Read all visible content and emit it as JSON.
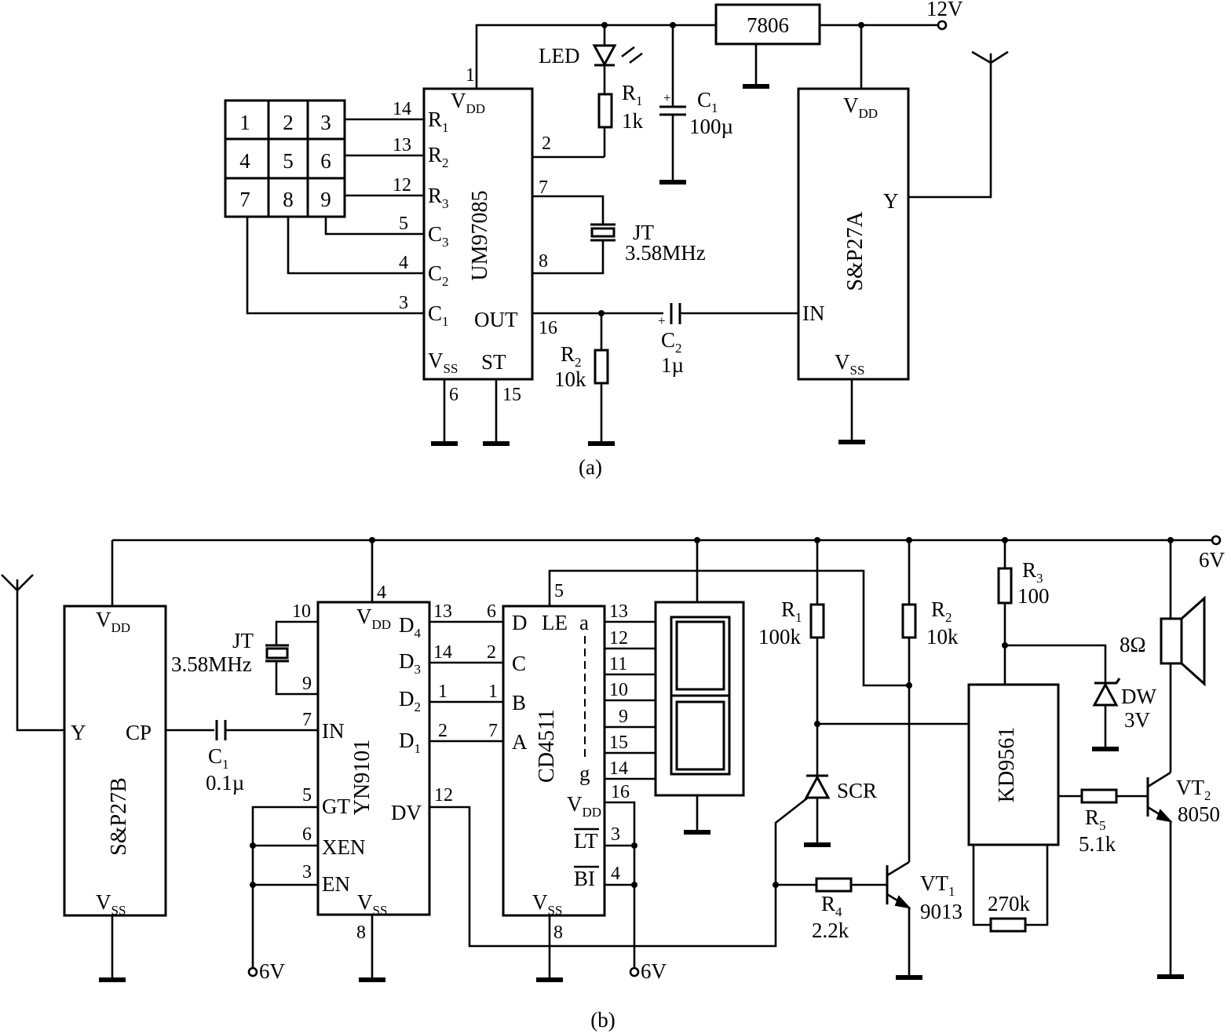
{
  "diagram_a": {
    "caption": "(a)",
    "keypad": {
      "keys": [
        "1",
        "2",
        "3",
        "4",
        "5",
        "6",
        "7",
        "8",
        "9"
      ]
    },
    "regulator": {
      "label": "7806"
    },
    "supply": {
      "label": "12V"
    },
    "led": {
      "label": "LED"
    },
    "r1": {
      "name": "R",
      "sub": "1",
      "value": "1k"
    },
    "c1": {
      "name": "C",
      "sub": "1",
      "value": "100µ"
    },
    "r2": {
      "name": "R",
      "sub": "2",
      "value": "10k"
    },
    "c2": {
      "name": "C",
      "sub": "2",
      "value": "1µ"
    },
    "crystal": {
      "name": "JT",
      "value": "3.58MHz"
    },
    "um97085": {
      "label": "UM97085",
      "vdd": "V",
      "vdd_sub": "DD",
      "vdd_pin": "1",
      "vss": "V",
      "vss_sub": "SS",
      "vss_pin": "6",
      "st": "ST",
      "st_pin": "15",
      "out": "OUT",
      "out_pin": "16",
      "led_pin": "2",
      "osc_in_pin": "7",
      "osc_out_pin": "8",
      "rows": [
        {
          "name": "R",
          "sub": "1",
          "pin": "14"
        },
        {
          "name": "R",
          "sub": "2",
          "pin": "13"
        },
        {
          "name": "R",
          "sub": "3",
          "pin": "12"
        }
      ],
      "cols": [
        {
          "name": "C",
          "sub": "3",
          "pin": "5"
        },
        {
          "name": "C",
          "sub": "2",
          "pin": "4"
        },
        {
          "name": "C",
          "sub": "1",
          "pin": "3"
        }
      ]
    },
    "sp27a": {
      "label": "S&P27A",
      "vdd": "V",
      "vdd_sub": "DD",
      "vss": "V",
      "vss_sub": "SS",
      "in": "IN",
      "y": "Y"
    }
  },
  "diagram_b": {
    "caption": "(b)",
    "supply": "6V",
    "supply_low1": "6V",
    "supply_low2": "6V",
    "sp27b": {
      "label": "S&P27B",
      "vdd": "V",
      "vdd_sub": "DD",
      "vss": "V",
      "vss_sub": "SS",
      "y": "Y",
      "cp": "CP"
    },
    "c1": {
      "name": "C",
      "sub": "1",
      "value": "0.1µ"
    },
    "crystal": {
      "name": "JT",
      "value": "3.58MHz"
    },
    "yn9101": {
      "label": "YN9101",
      "vdd": "V",
      "vdd_sub": "DD",
      "vdd_pin": "4",
      "vss": "V",
      "vss_sub": "SS",
      "vss_pin": "8",
      "osc1_pin": "10",
      "osc2_pin": "9",
      "in": "IN",
      "in_pin": "7",
      "gt": "GT",
      "gt_pin": "5",
      "xen": "XEN",
      "xen_pin": "6",
      "en": "EN",
      "en_pin": "3",
      "dv": "DV",
      "dv_pin": "12",
      "outs": [
        {
          "name": "D",
          "sub": "4",
          "pin": "13"
        },
        {
          "name": "D",
          "sub": "3",
          "pin": "14"
        },
        {
          "name": "D",
          "sub": "2",
          "pin": "1"
        },
        {
          "name": "D",
          "sub": "1",
          "pin": "2"
        }
      ]
    },
    "cd4511": {
      "label": "CD4511",
      "inputs": [
        {
          "name": "D",
          "pin": "6"
        },
        {
          "name": "C",
          "pin": "2"
        },
        {
          "name": "B",
          "pin": "1"
        },
        {
          "name": "A",
          "pin": "7"
        }
      ],
      "le": "LE",
      "le_pin": "5",
      "seg_a": "a",
      "seg_g": "g",
      "vdd": "V",
      "vdd_sub": "DD",
      "vdd_pin": "16",
      "lt": "LT",
      "lt_pin": "3",
      "bi": "BI",
      "bi_pin": "4",
      "vss": "V",
      "vss_sub": "SS",
      "vss_pin": "8",
      "seg_pins": [
        "13",
        "12",
        "11",
        "10",
        "9",
        "15",
        "14"
      ]
    },
    "r1": {
      "name": "R",
      "sub": "1",
      "value": "100k"
    },
    "r2": {
      "name": "R",
      "sub": "2",
      "value": "10k"
    },
    "r3": {
      "name": "R",
      "sub": "3",
      "value": "100"
    },
    "r4": {
      "name": "R",
      "sub": "4",
      "value": "2.2k"
    },
    "r5": {
      "name": "R",
      "sub": "5",
      "value": "5.1k"
    },
    "r270": {
      "value": "270k"
    },
    "scr": {
      "label": "SCR"
    },
    "vt1": {
      "name": "VT",
      "sub": "1",
      "value": "9013"
    },
    "vt2": {
      "name": "VT",
      "sub": "2",
      "value": "8050"
    },
    "dw": {
      "name": "DW",
      "value": "3V"
    },
    "speaker": {
      "value": "8Ω"
    },
    "kd9561": {
      "label": "KD9561"
    }
  }
}
